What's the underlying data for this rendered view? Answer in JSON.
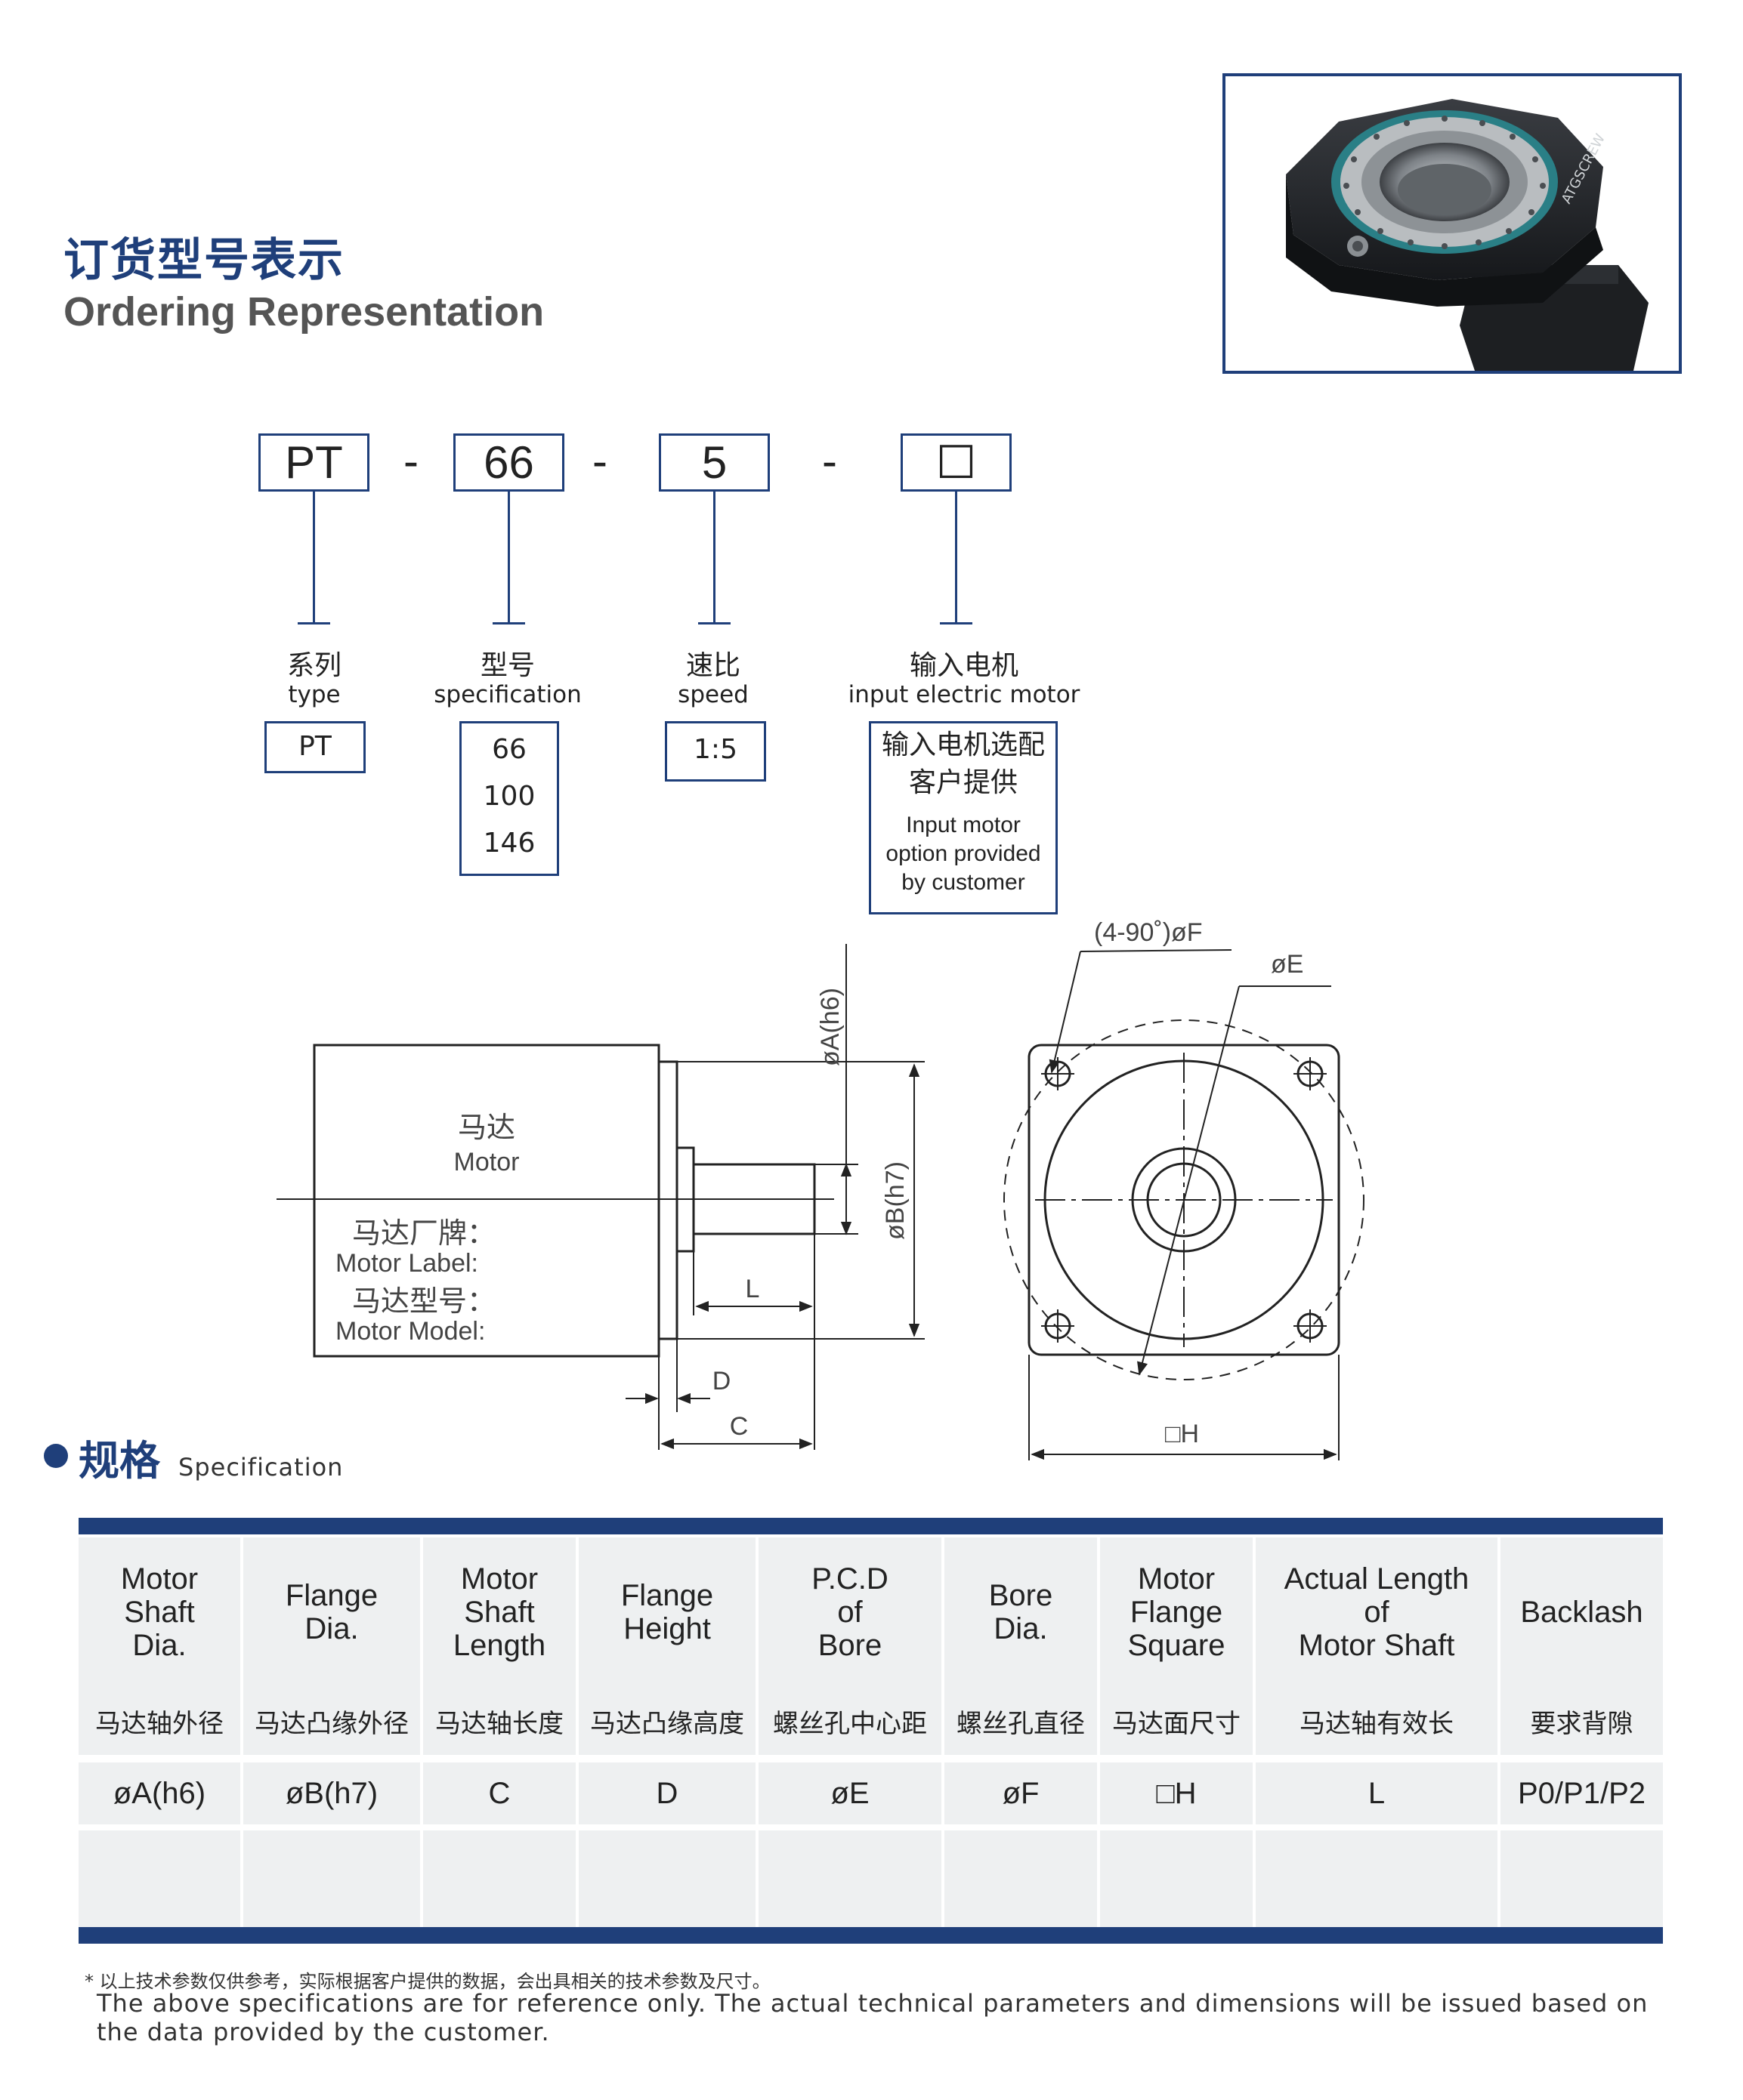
{
  "header": {
    "title_cn": "订货型号表示",
    "title_en": "Ordering  Representation"
  },
  "photo": {
    "brand_text": "ATGSCREW"
  },
  "ordering": {
    "codes": [
      "PT",
      "66",
      "5",
      "☐"
    ],
    "dash": "-",
    "fields": [
      {
        "label_cn": "系列",
        "label_en": "type",
        "options": [
          "PT"
        ]
      },
      {
        "label_cn": "型号",
        "label_en": "specification",
        "options": [
          "66",
          "100",
          "146"
        ]
      },
      {
        "label_cn": "速比",
        "label_en": "speed",
        "options": [
          "1:5"
        ]
      },
      {
        "label_cn": "输入电机",
        "label_en": "input electric motor",
        "option_cn_1": "输入电机选配",
        "option_cn_2": "客户提供",
        "option_en_1": "Input motor",
        "option_en_2": "option provided",
        "option_en_3": "by customer"
      }
    ]
  },
  "drawing": {
    "motor_cn": "马达",
    "motor_en": "Motor",
    "label_cn": "马达厂牌：",
    "label_en": "Motor Label:",
    "model_cn": "马达型号：",
    "model_en": "Motor Model:",
    "dim_A": "øA(h6)",
    "dim_B": "øB(h7)",
    "dim_L": "L",
    "dim_D": "D",
    "dim_C": "C",
    "dim_F": "(4-90˚)øF",
    "dim_E": "øE",
    "dim_H": "□H"
  },
  "spec": {
    "title_cn": "规格",
    "title_en": "Specification",
    "headers": [
      {
        "en": [
          "Motor",
          "Shaft",
          "Dia."
        ],
        "cn": "马达轴外径"
      },
      {
        "en": [
          "Flange",
          "Dia."
        ],
        "cn": "马达凸缘外径"
      },
      {
        "en": [
          "Motor",
          "Shaft",
          "Length"
        ],
        "cn": "马达轴长度"
      },
      {
        "en": [
          "Flange",
          "Height"
        ],
        "cn": "马达凸缘高度"
      },
      {
        "en": [
          "P.C.D",
          "of",
          "Bore"
        ],
        "cn": "螺丝孔中心距"
      },
      {
        "en": [
          "Bore",
          "Dia."
        ],
        "cn": "螺丝孔直径"
      },
      {
        "en": [
          "Motor",
          "Flange",
          "Square"
        ],
        "cn": "马达面尺寸"
      },
      {
        "en": [
          "Actual Length",
          "of",
          "Motor Shaft"
        ],
        "cn": "马达轴有效长"
      },
      {
        "en": [
          "Backlash"
        ],
        "cn": "要求背隙"
      }
    ],
    "symbols": [
      "øA(h6)",
      "øB(h7)",
      "C",
      "D",
      "øE",
      "øF",
      "□H",
      "L",
      "P0/P1/P2"
    ]
  },
  "notes": {
    "cn": "*  以上技术参数仅供参考，实际根据客户提供的数据，会出具相关的技术参数及尺寸。",
    "en": "The above specifications are for reference only. The actual technical parameters and dimensions will be issued based on the data provided by the customer."
  },
  "colors": {
    "brand": "#1f3f7a",
    "cell_bg": "#eef0f1"
  }
}
